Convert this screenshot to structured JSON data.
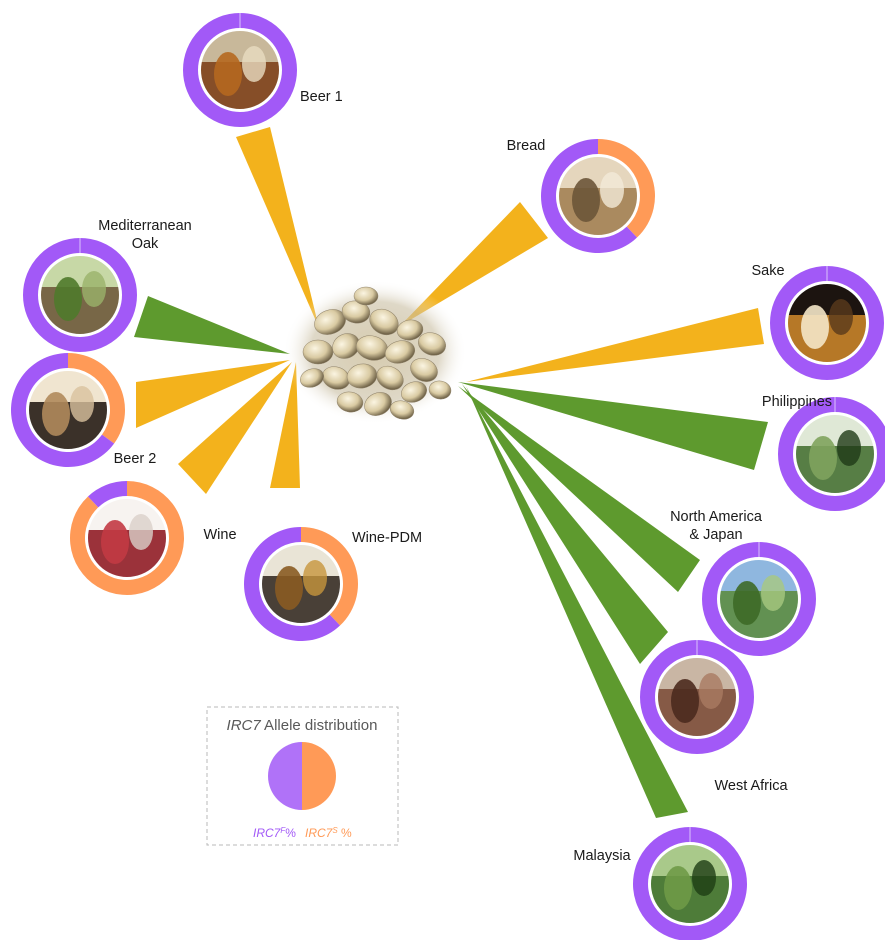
{
  "colors": {
    "irc7F": "#a259f7",
    "irc7S": "#ff9a57",
    "food_wedge": "#f3b21c",
    "wild_wedge": "#5e9a2e",
    "legend_border": "#b8b8b8"
  },
  "center": {
    "icon": "yeast-cells-cluster"
  },
  "nodes": [
    {
      "label": "Beer 1",
      "group": "food",
      "irc7F_fraction": 1.0,
      "photo": "beer-glasses"
    },
    {
      "label": "Bread",
      "group": "food",
      "irc7F_fraction": 0.62,
      "photo": "bread-rolls"
    },
    {
      "label": "Sake",
      "group": "food",
      "irc7F_fraction": 1.0,
      "photo": "sake-bottle"
    },
    {
      "label": "Philippines",
      "group": "wild",
      "irc7F_fraction": 1.0,
      "photo": "tropical-trees"
    },
    {
      "label": "North America\n& Japan",
      "group": "wild",
      "irc7F_fraction": 1.0,
      "photo": "vineyard-landscape"
    },
    {
      "label": "West Africa",
      "group": "wild",
      "irc7F_fraction": 1.0,
      "photo": "bark-branches"
    },
    {
      "label": "Malaysia",
      "group": "wild",
      "irc7F_fraction": 1.0,
      "photo": "bamboo-forest"
    },
    {
      "label": "Wine-PDM",
      "group": "food",
      "irc7F_fraction": 0.62,
      "photo": "cellar-barrel"
    },
    {
      "label": "Wine",
      "group": "food",
      "irc7F_fraction": 0.12,
      "photo": "red-wine-glass"
    },
    {
      "label": "Beer 2",
      "group": "food",
      "irc7F_fraction": 0.65,
      "photo": "dark-beer"
    },
    {
      "label": "Mediterranean\nOak",
      "group": "wild",
      "irc7F_fraction": 1.0,
      "photo": "oak-forest"
    }
  ],
  "legend": {
    "title_gene": "IRC7",
    "title_rest": " Allele distribution",
    "key_F_gene": "IRC7",
    "key_F_sup": "F",
    "key_F_suffix": "%",
    "key_S_gene": "IRC7",
    "key_S_sup": "S",
    "key_S_suffix": " %",
    "irc7F_fraction": 0.5
  }
}
